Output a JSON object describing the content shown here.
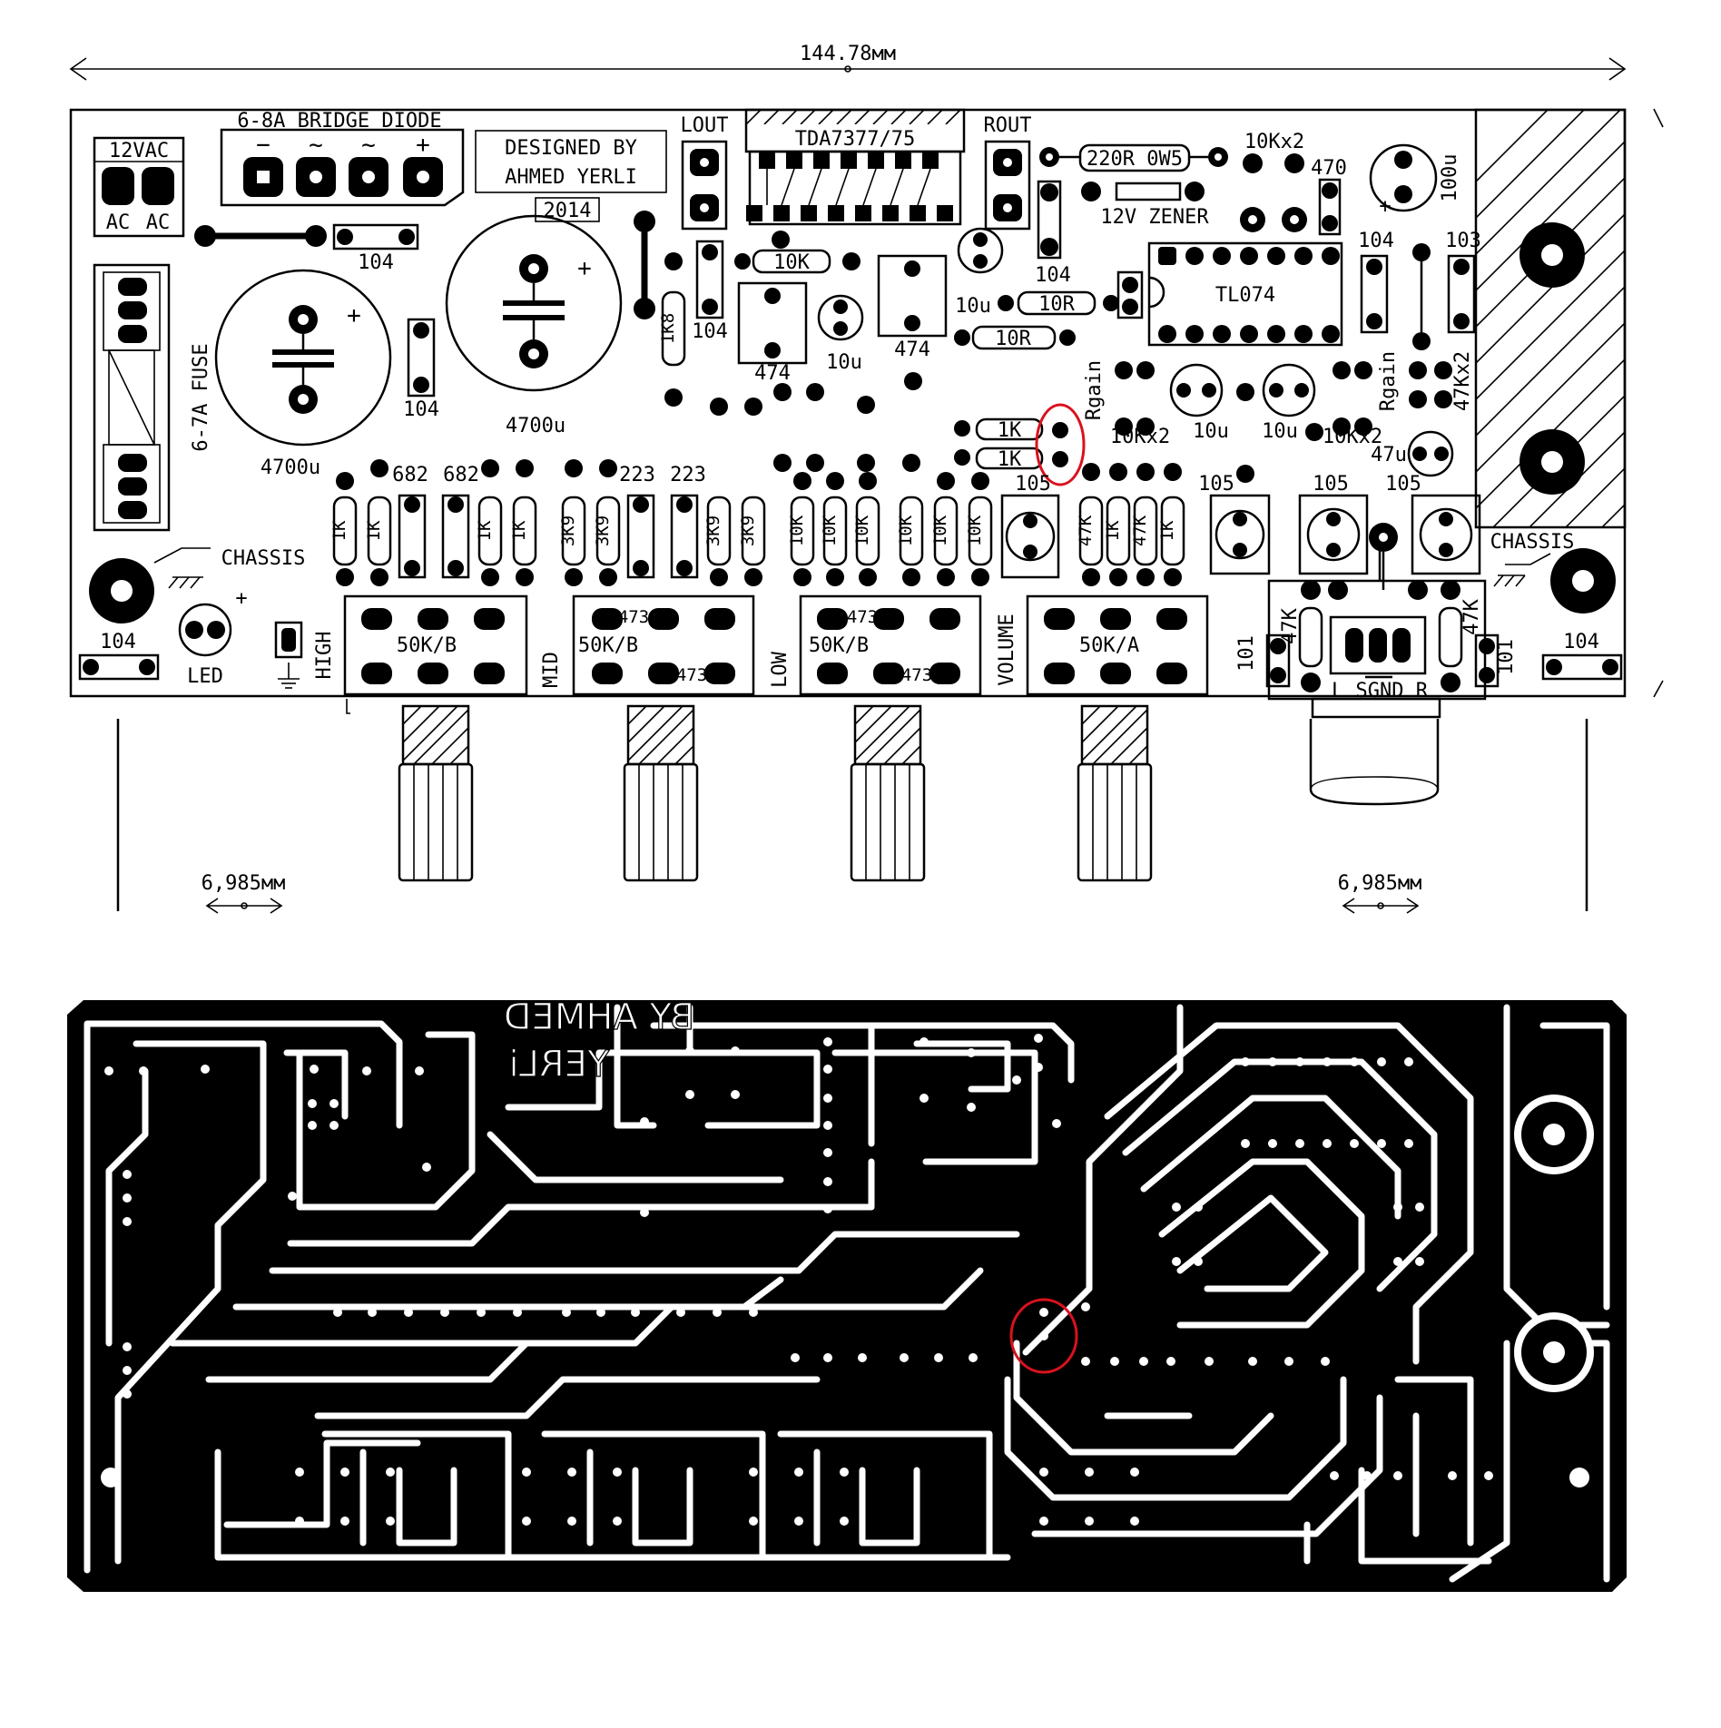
{
  "dimension_top": "144.78мм",
  "dimension_left_bottom": "6,985мм",
  "dimension_right_bottom": "6,985мм",
  "labels": {
    "supply": "12VAC",
    "ac1": "AC",
    "ac2": "AC",
    "bridge": "6-8A BRIDGE DIODE",
    "bridge_minus": "−",
    "bridge_tilde1": "~",
    "bridge_tilde2": "~",
    "bridge_plus": "+",
    "designed_line1": "DESIGNED BY",
    "designed_line2": "AHMED YERLI",
    "year": "2014",
    "lout": "LOUT",
    "rout": "ROUT",
    "ic_amp": "TDA7377/75",
    "res_220": "220R 0W5",
    "zener": "12V ZENER",
    "r10kx2_top": "10Kx2",
    "r470": "470",
    "c100u": "100u",
    "ic_opamp": "TL074",
    "fuse": "6-7A FUSE",
    "cap_4700_left": "4700u",
    "cap_4700_mid": "4700u",
    "c104": "104",
    "c474": "474",
    "c10u": "10u",
    "c103": "103",
    "c105": "105",
    "c47u": "47u",
    "r1k8": "1K8",
    "r10k": "10K",
    "r10r": "10R",
    "r1k": "1K",
    "r3k9": "3K9",
    "r47k": "47K",
    "r47kx2": "47Kx2",
    "rgain": "Rgain",
    "r10kx2": "10Kx2",
    "c682": "682",
    "c223": "223",
    "c473": "473",
    "c101": "101",
    "chassis_left": "CHASSIS",
    "chassis_right": "CHASSIS",
    "led": "LED",
    "high": "HIGH",
    "mid": "MID",
    "low": "LOW",
    "volume": "VOLUME",
    "pot_high": "50K/B",
    "pot_mid": "50K/B",
    "pot_low": "50K/B",
    "pot_vol": "50K/A",
    "jack": "L SGND R",
    "plus": "+"
  },
  "copper_text": {
    "line1": "BY AHMED",
    "line2": "YERLi"
  },
  "colors": {
    "ink": "#000000",
    "paper": "#ffffff",
    "highlight": "#d9121d"
  }
}
